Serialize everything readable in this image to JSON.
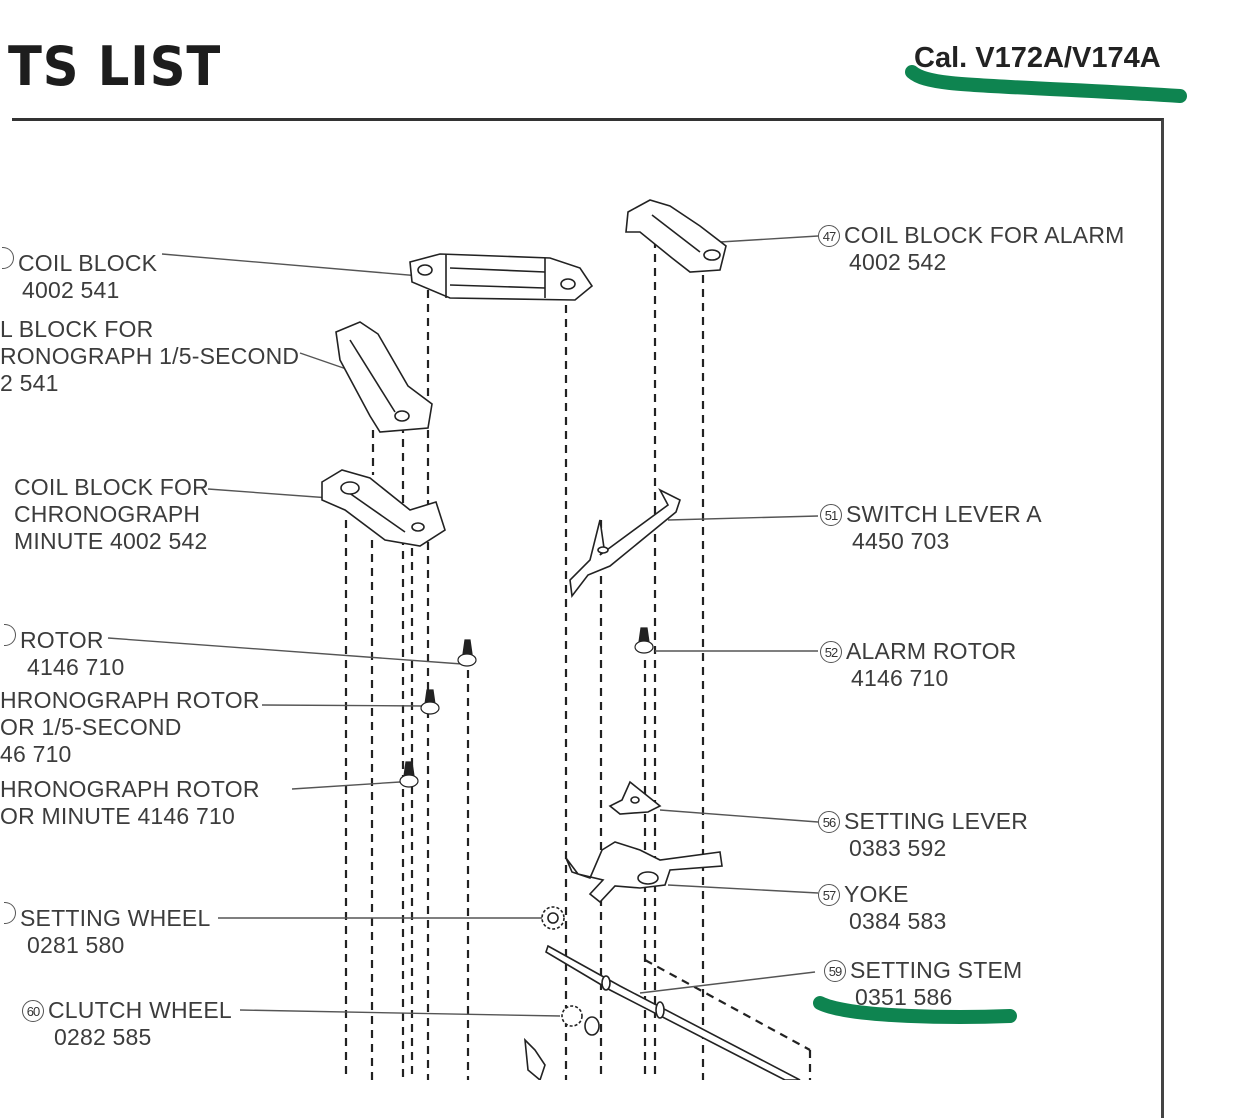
{
  "page": {
    "title": "TS LIST",
    "caliber": "Cal. V172A/V174A",
    "highlight_color": "#0e8450"
  },
  "parts_left": [
    {
      "num": "",
      "line1": "COIL BLOCK",
      "line2": "4002 541",
      "line3": ""
    },
    {
      "num": "",
      "line1": "L BLOCK FOR",
      "line2": "RONOGRAPH 1/5-SECOND",
      "line3": "2 541"
    },
    {
      "num": "",
      "line1": "COIL BLOCK FOR",
      "line2": "CHRONOGRAPH",
      "line3": "MINUTE 4002 542"
    },
    {
      "num": "",
      "line1": "ROTOR",
      "line2": "4146 710",
      "line3": ""
    },
    {
      "num": "",
      "line1": "HRONOGRAPH ROTOR",
      "line2": "OR 1/5-SECOND",
      "line3": "46 710"
    },
    {
      "num": "",
      "line1": "HRONOGRAPH ROTOR",
      "line2": "OR MINUTE 4146 710",
      "line3": ""
    },
    {
      "num": "",
      "line1": "SETTING WHEEL",
      "line2": "0281 580",
      "line3": ""
    },
    {
      "num": "60",
      "line1": "CLUTCH WHEEL",
      "line2": "0282 585",
      "line3": ""
    }
  ],
  "parts_right": [
    {
      "num": "47",
      "line1": "COIL BLOCK FOR ALARM",
      "line2": "4002 542"
    },
    {
      "num": "51",
      "line1": "SWITCH LEVER A",
      "line2": "4450 703"
    },
    {
      "num": "52",
      "line1": "ALARM ROTOR",
      "line2": "4146 710"
    },
    {
      "num": "56",
      "line1": "SETTING LEVER",
      "line2": "0383 592"
    },
    {
      "num": "57",
      "line1": "YOKE",
      "line2": "0384 583"
    },
    {
      "num": "59",
      "line1": "SETTING STEM",
      "line2": "0351 586"
    }
  ]
}
